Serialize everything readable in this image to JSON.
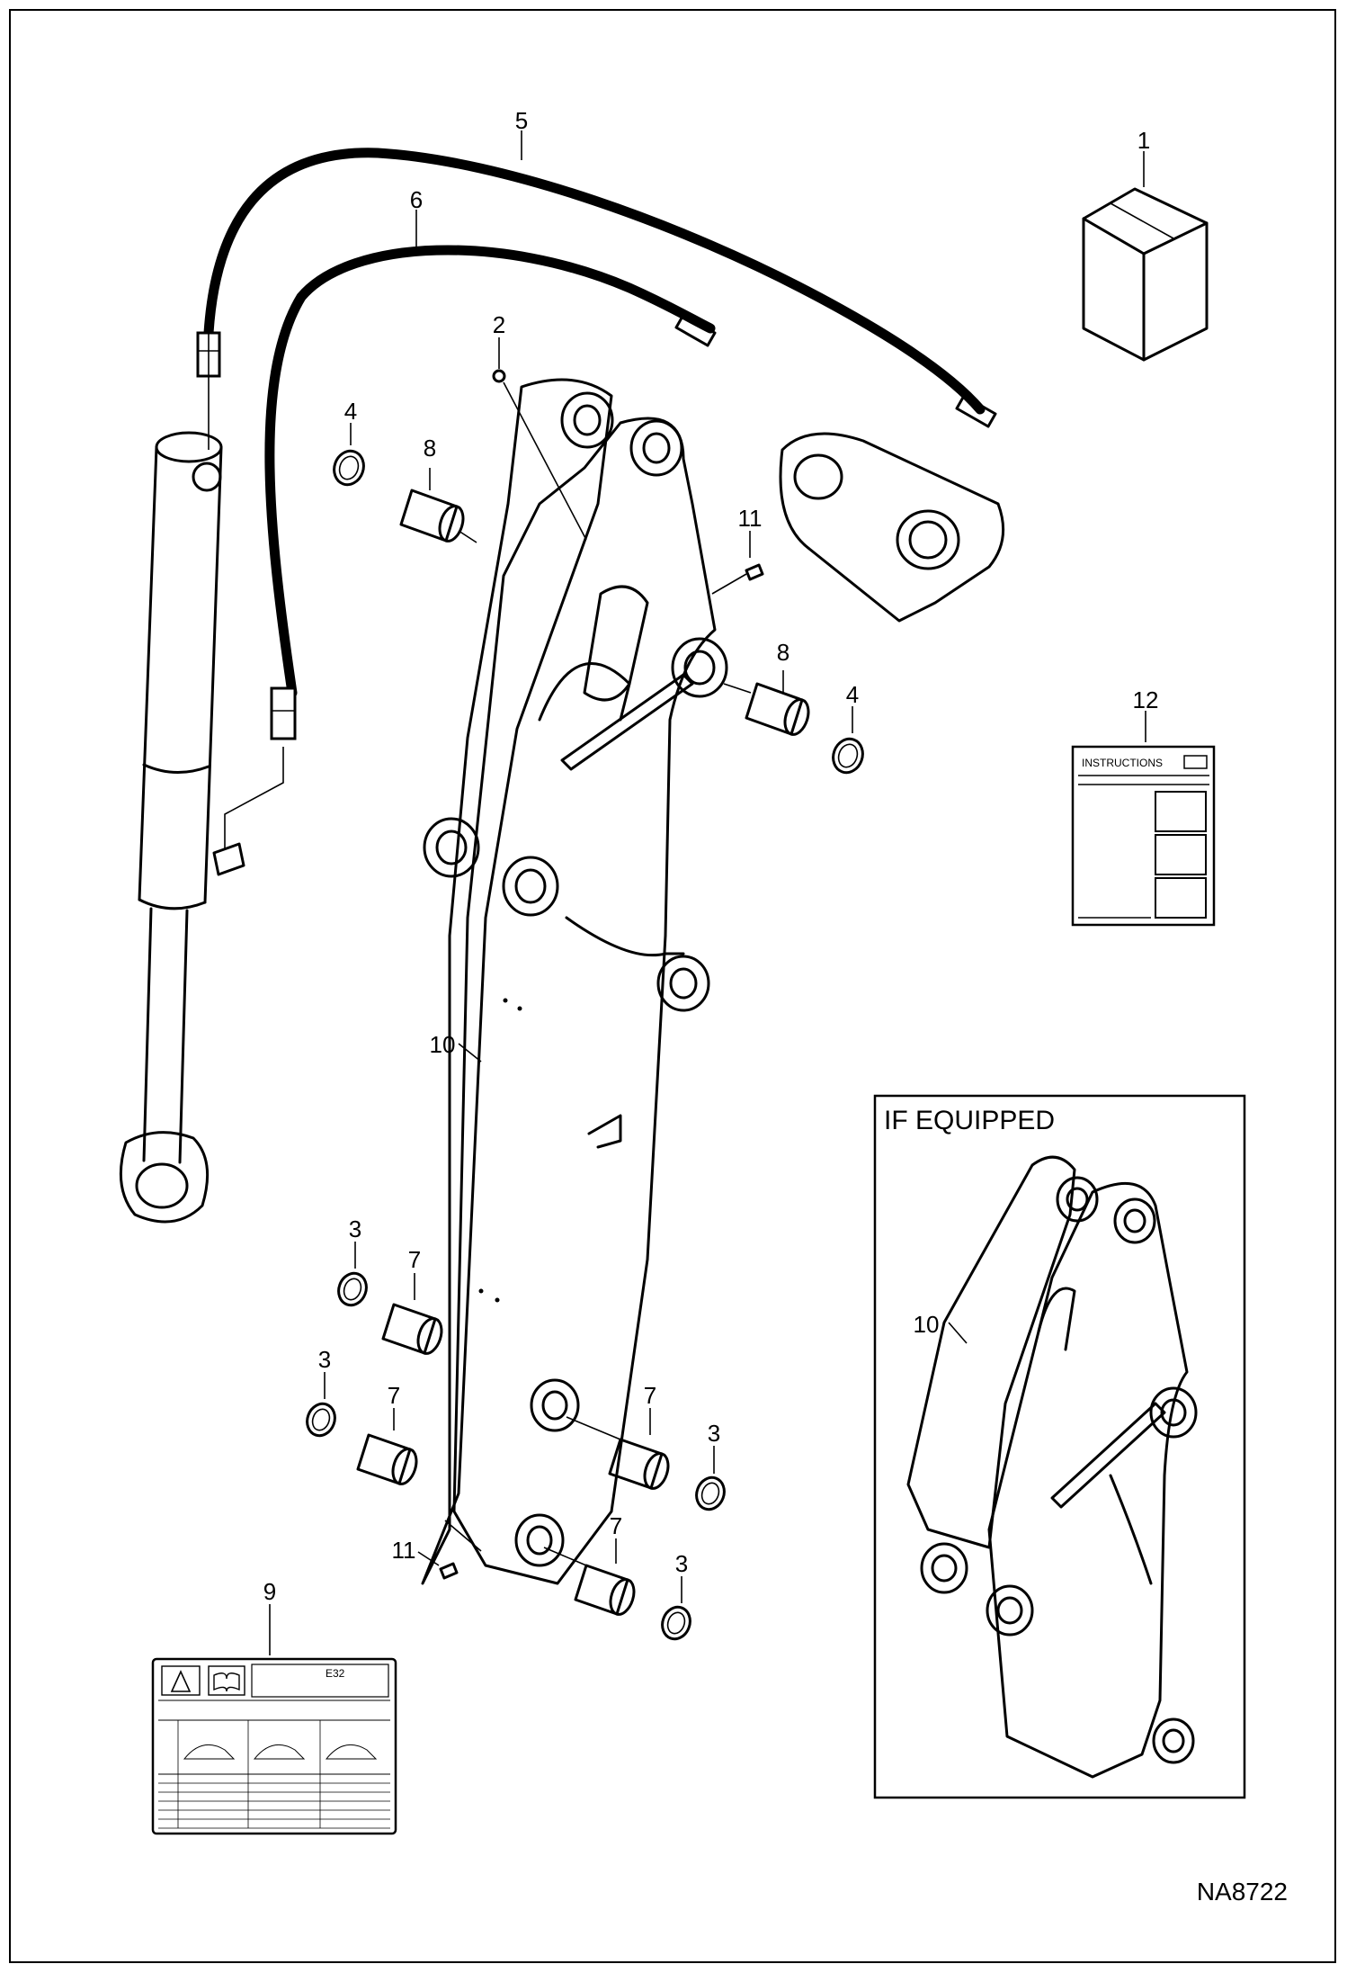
{
  "diagram": {
    "callouts": {
      "c1": "1",
      "c2": "2",
      "c3a": "3",
      "c3b": "3",
      "c3c": "3",
      "c3d": "3",
      "c4a": "4",
      "c4b": "4",
      "c5": "5",
      "c6": "6",
      "c7a": "7",
      "c7b": "7",
      "c7c": "7",
      "c7d": "7",
      "c8a": "8",
      "c8b": "8",
      "c9": "9",
      "c10a": "10",
      "c10b": "10",
      "c11a": "11",
      "c11b": "11",
      "c12": "12"
    },
    "instructions_label": "INSTRUCTIONS",
    "decal_model": "E32",
    "inset_title": "IF EQUIPPED",
    "document_code": "NA8722"
  }
}
